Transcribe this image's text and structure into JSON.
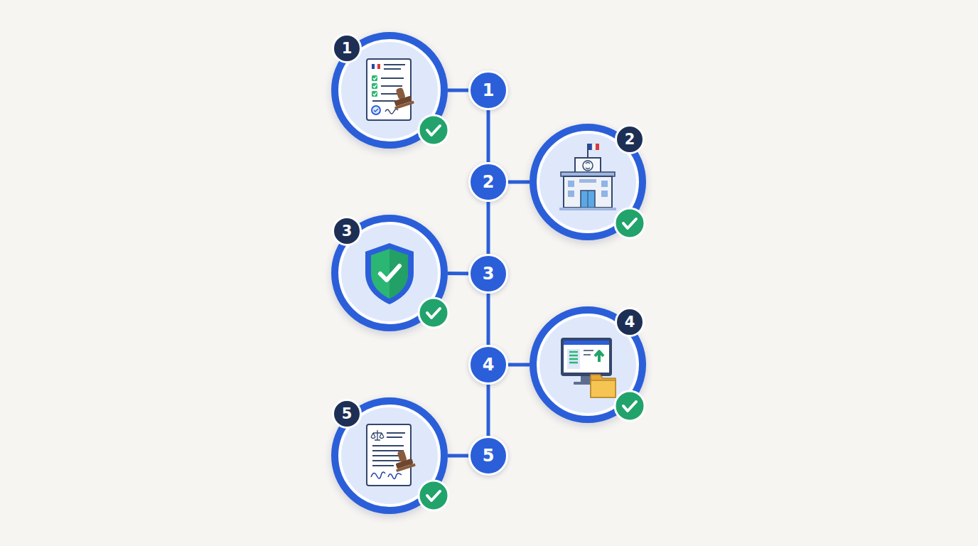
{
  "diagram": {
    "nodes": [
      {
        "text": [
          "1"
        ]
      },
      {
        "text": [
          "1"
        ]
      },
      {
        "text": [
          "2"
        ]
      },
      {
        "text": [
          "2"
        ]
      },
      {
        "text": [
          "3"
        ]
      },
      {
        "text": [
          "3"
        ]
      },
      {
        "text": [
          "4"
        ]
      },
      {
        "text": [
          "4"
        ]
      },
      {
        "text": [
          "5"
        ]
      },
      {
        "text": [
          "5"
        ]
      }
    ],
    "edges": [
      {
        "from": 1,
        "to": 2,
        "arrow": "none"
      },
      {
        "from": 2,
        "to": 5,
        "arrow": "none"
      },
      {
        "from": 5,
        "to": 6,
        "arrow": "none"
      },
      {
        "from": 6,
        "to": 9,
        "arrow": "none"
      },
      {
        "from": 1,
        "to": 0,
        "arrow": "none"
      },
      {
        "from": 2,
        "to": 3,
        "arrow": "none"
      },
      {
        "from": 5,
        "to": 4,
        "arrow": "none"
      },
      {
        "from": 6,
        "to": 7,
        "arrow": "none"
      },
      {
        "from": 9,
        "to": 8,
        "arrow": "none"
      }
    ]
  }
}
